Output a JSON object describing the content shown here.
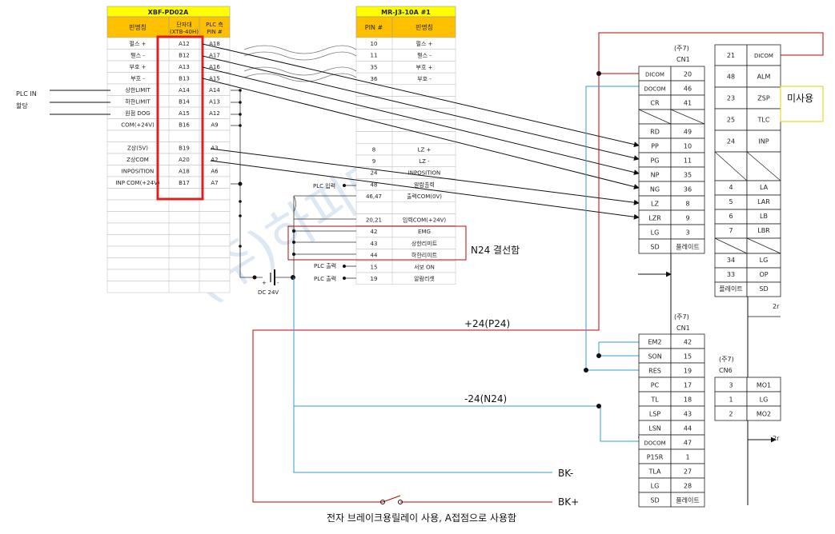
{
  "plc_table": {
    "title": "XBF-PD02A",
    "headers": [
      "핀명칭",
      "단자대\n(XTB-40H)",
      "PLC 측\nPIN #"
    ],
    "rows": [
      [
        "펄스 +",
        "A12",
        "A18"
      ],
      [
        "펄스 -",
        "B12",
        "A17"
      ],
      [
        "부호 +",
        "A13",
        "A16"
      ],
      [
        "부호 -",
        "B13",
        "A15"
      ],
      [
        "상한LIMIT",
        "A14",
        "A14"
      ],
      [
        "하한LIMIT",
        "B14",
        "A13"
      ],
      [
        "원점 DOG",
        "A15",
        "A12"
      ],
      [
        "COM(+24V)",
        "B16",
        "A9"
      ],
      [
        "",
        "",
        ""
      ],
      [
        "Z상(5V)",
        "B19",
        "A3"
      ],
      [
        "Z상COM",
        "A20",
        "A2"
      ],
      [
        "INPOSITION",
        "A18",
        "A6"
      ],
      [
        "INP COM(+24V)",
        "B17",
        "A7"
      ]
    ]
  },
  "drive_table": {
    "title": "MR-J3-10A #1",
    "headers": [
      "PIN #",
      "핀명칭"
    ],
    "rows": [
      [
        "10",
        "펄스 +"
      ],
      [
        "11",
        "펄스 -"
      ],
      [
        "35",
        "부호 +"
      ],
      [
        "36",
        "부호 -"
      ],
      [
        "",
        ""
      ],
      [
        "",
        ""
      ],
      [
        "",
        ""
      ],
      [
        "",
        ""
      ],
      [
        "",
        ""
      ],
      [
        "8",
        "LZ +"
      ],
      [
        "9",
        "LZ -"
      ],
      [
        "24",
        "INPOSITION"
      ],
      [
        "48",
        "알람출력"
      ],
      [
        "46,47",
        "출력COM(0V)"
      ],
      [
        "",
        ""
      ],
      [
        "20,21",
        "입력COM(+24V)"
      ],
      [
        "42",
        "EMG"
      ],
      [
        "43",
        "상한리미트"
      ],
      [
        "44",
        "하한리미트"
      ],
      [
        "15",
        "서보 ON"
      ],
      [
        "19",
        "알람리셋"
      ]
    ]
  },
  "plc_side_labels": {
    "plc_input": "PLC 입력",
    "plc_output1": "PLC 출력",
    "plc_output2": "PLC 출력",
    "dc": "DC 24V",
    "plus": "+",
    "minus": "-"
  },
  "left_labels": {
    "line1": "PLC IN",
    "line2": "할당"
  },
  "n24_note": "N24 결선함",
  "cn1_top": {
    "note": "(주7)",
    "name": "CN1",
    "rows": [
      [
        "DICOM",
        "20"
      ],
      [
        "DOCOM",
        "46"
      ],
      [
        "CR",
        "41"
      ],
      [
        "",
        ""
      ],
      [
        "RD",
        "49"
      ],
      [
        "PP",
        "10"
      ],
      [
        "PG",
        "11"
      ],
      [
        "NP",
        "35"
      ],
      [
        "NG",
        "36"
      ],
      [
        "LZ",
        "8"
      ],
      [
        "LZR",
        "9"
      ],
      [
        "LG",
        "3"
      ],
      [
        "SD",
        "플레이트"
      ]
    ]
  },
  "cn1_right": {
    "rows": [
      [
        "21",
        "DICOM"
      ],
      [
        "48",
        "ALM"
      ],
      [
        "23",
        "ZSP"
      ],
      [
        "25",
        "TLC"
      ],
      [
        "24",
        "INP"
      ],
      [
        "",
        ""
      ],
      [
        "4",
        "LA"
      ],
      [
        "5",
        "LAR"
      ],
      [
        "6",
        "LB"
      ],
      [
        "7",
        "LBR"
      ],
      [
        "",
        ""
      ],
      [
        "34",
        "LG"
      ],
      [
        "33",
        "OP"
      ],
      [
        "플레이트",
        "SD"
      ]
    ],
    "unused": "미사용",
    "corner1": "2r",
    "corner2": "2r"
  },
  "cn1_bottom": {
    "note": "(주7)",
    "name": "CN1",
    "rows": [
      [
        "EM2",
        "42"
      ],
      [
        "SON",
        "15"
      ],
      [
        "RES",
        "19"
      ],
      [
        "PC",
        "17"
      ],
      [
        "TL",
        "18"
      ],
      [
        "LSP",
        "43"
      ],
      [
        "LSN",
        "44"
      ],
      [
        "DOCOM",
        "47"
      ],
      [
        "P15R",
        "1"
      ],
      [
        "TLA",
        "27"
      ],
      [
        "LG",
        "28"
      ],
      [
        "SD",
        "플레이트"
      ]
    ]
  },
  "cn6": {
    "note": "(주7)",
    "name": "CN6",
    "rows": [
      [
        "3",
        "MO1"
      ],
      [
        "1",
        "LG"
      ],
      [
        "2",
        "MO2"
      ]
    ]
  },
  "power_labels": {
    "p24": "+24(P24)",
    "n24": "-24(N24)",
    "bk_minus": "BK-",
    "bk_plus": "BK+",
    "footer": "전자 브레이크용릴레이 사용, A접점으로 사용함"
  },
  "colors": {
    "header_bg": "#ffc000",
    "title_bg": "#ffff00",
    "red": "#c00000",
    "blue": "#2e9fd8",
    "yellow_box": "#e6d200"
  }
}
